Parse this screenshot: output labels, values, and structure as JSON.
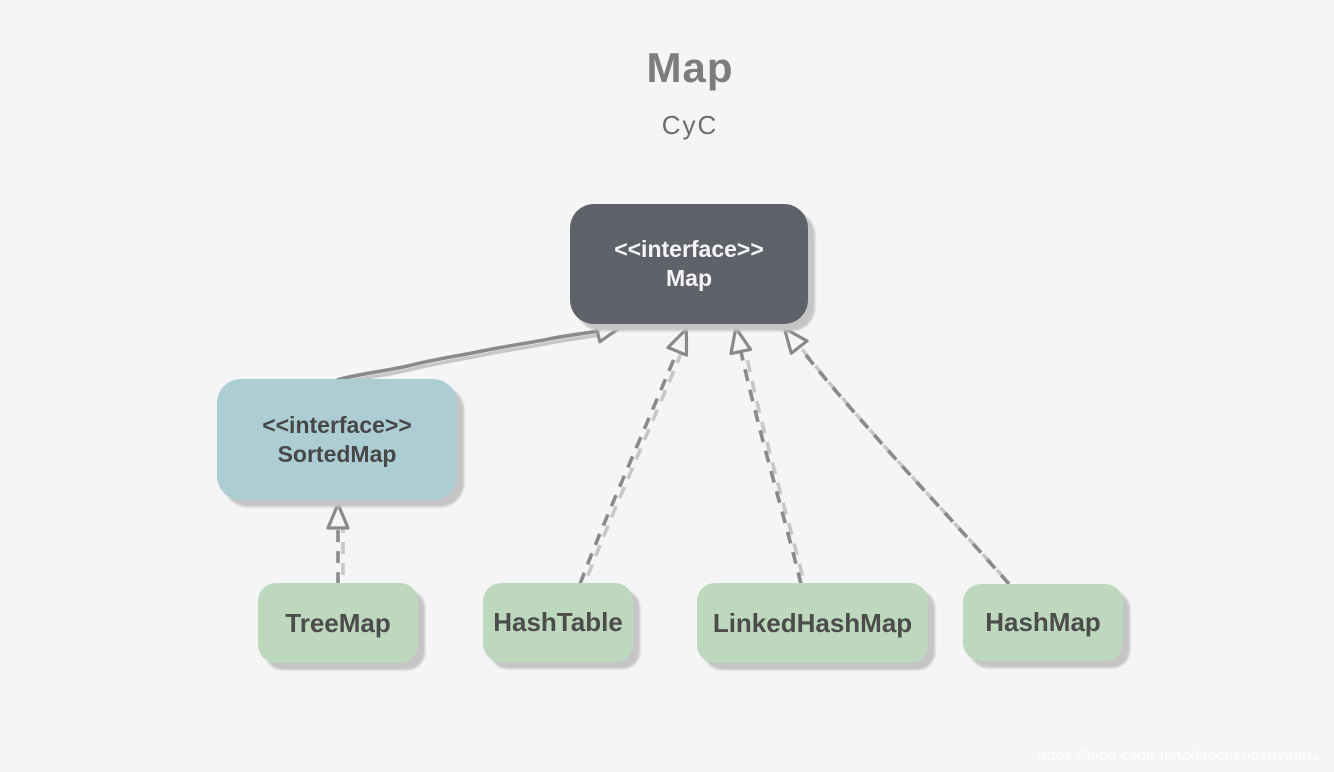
{
  "diagram": {
    "title": "Map",
    "subtitle": "CyC",
    "watermark": "https://blog.csdn.net/xiaochengxuyuan1",
    "nodes": {
      "map": {
        "kind": "interface",
        "stereotype": "<<interface>>",
        "name": "Map"
      },
      "sorted_map": {
        "kind": "interface",
        "stereotype": "<<interface>>",
        "name": "SortedMap"
      },
      "tree_map": {
        "kind": "class",
        "name": "TreeMap"
      },
      "hash_table": {
        "kind": "class",
        "name": "HashTable"
      },
      "linked_hash_map": {
        "kind": "class",
        "name": "LinkedHashMap"
      },
      "hash_map": {
        "kind": "class",
        "name": "HashMap"
      }
    },
    "edges": [
      {
        "from": "SortedMap",
        "to": "Map",
        "style": "solid",
        "arrow": "hollow-triangle"
      },
      {
        "from": "TreeMap",
        "to": "SortedMap",
        "style": "dashed",
        "arrow": "hollow-triangle"
      },
      {
        "from": "HashTable",
        "to": "Map",
        "style": "dashed",
        "arrow": "hollow-triangle"
      },
      {
        "from": "LinkedHashMap",
        "to": "Map",
        "style": "dashed",
        "arrow": "hollow-triangle"
      },
      {
        "from": "HashMap",
        "to": "Map",
        "style": "dashed",
        "arrow": "hollow-triangle"
      }
    ],
    "colors": {
      "background": "#f5f5f5",
      "interface_dark_fill": "#5f6369",
      "interface_light_fill": "#accdd4",
      "class_fill": "#bed8bd",
      "edge_dark": "#8a8a8a",
      "edge_light": "#c7c7c7",
      "text_dark": "#4a4a4a",
      "text_light": "#f5f5f5",
      "title_gray": "#7d7d7d"
    }
  }
}
